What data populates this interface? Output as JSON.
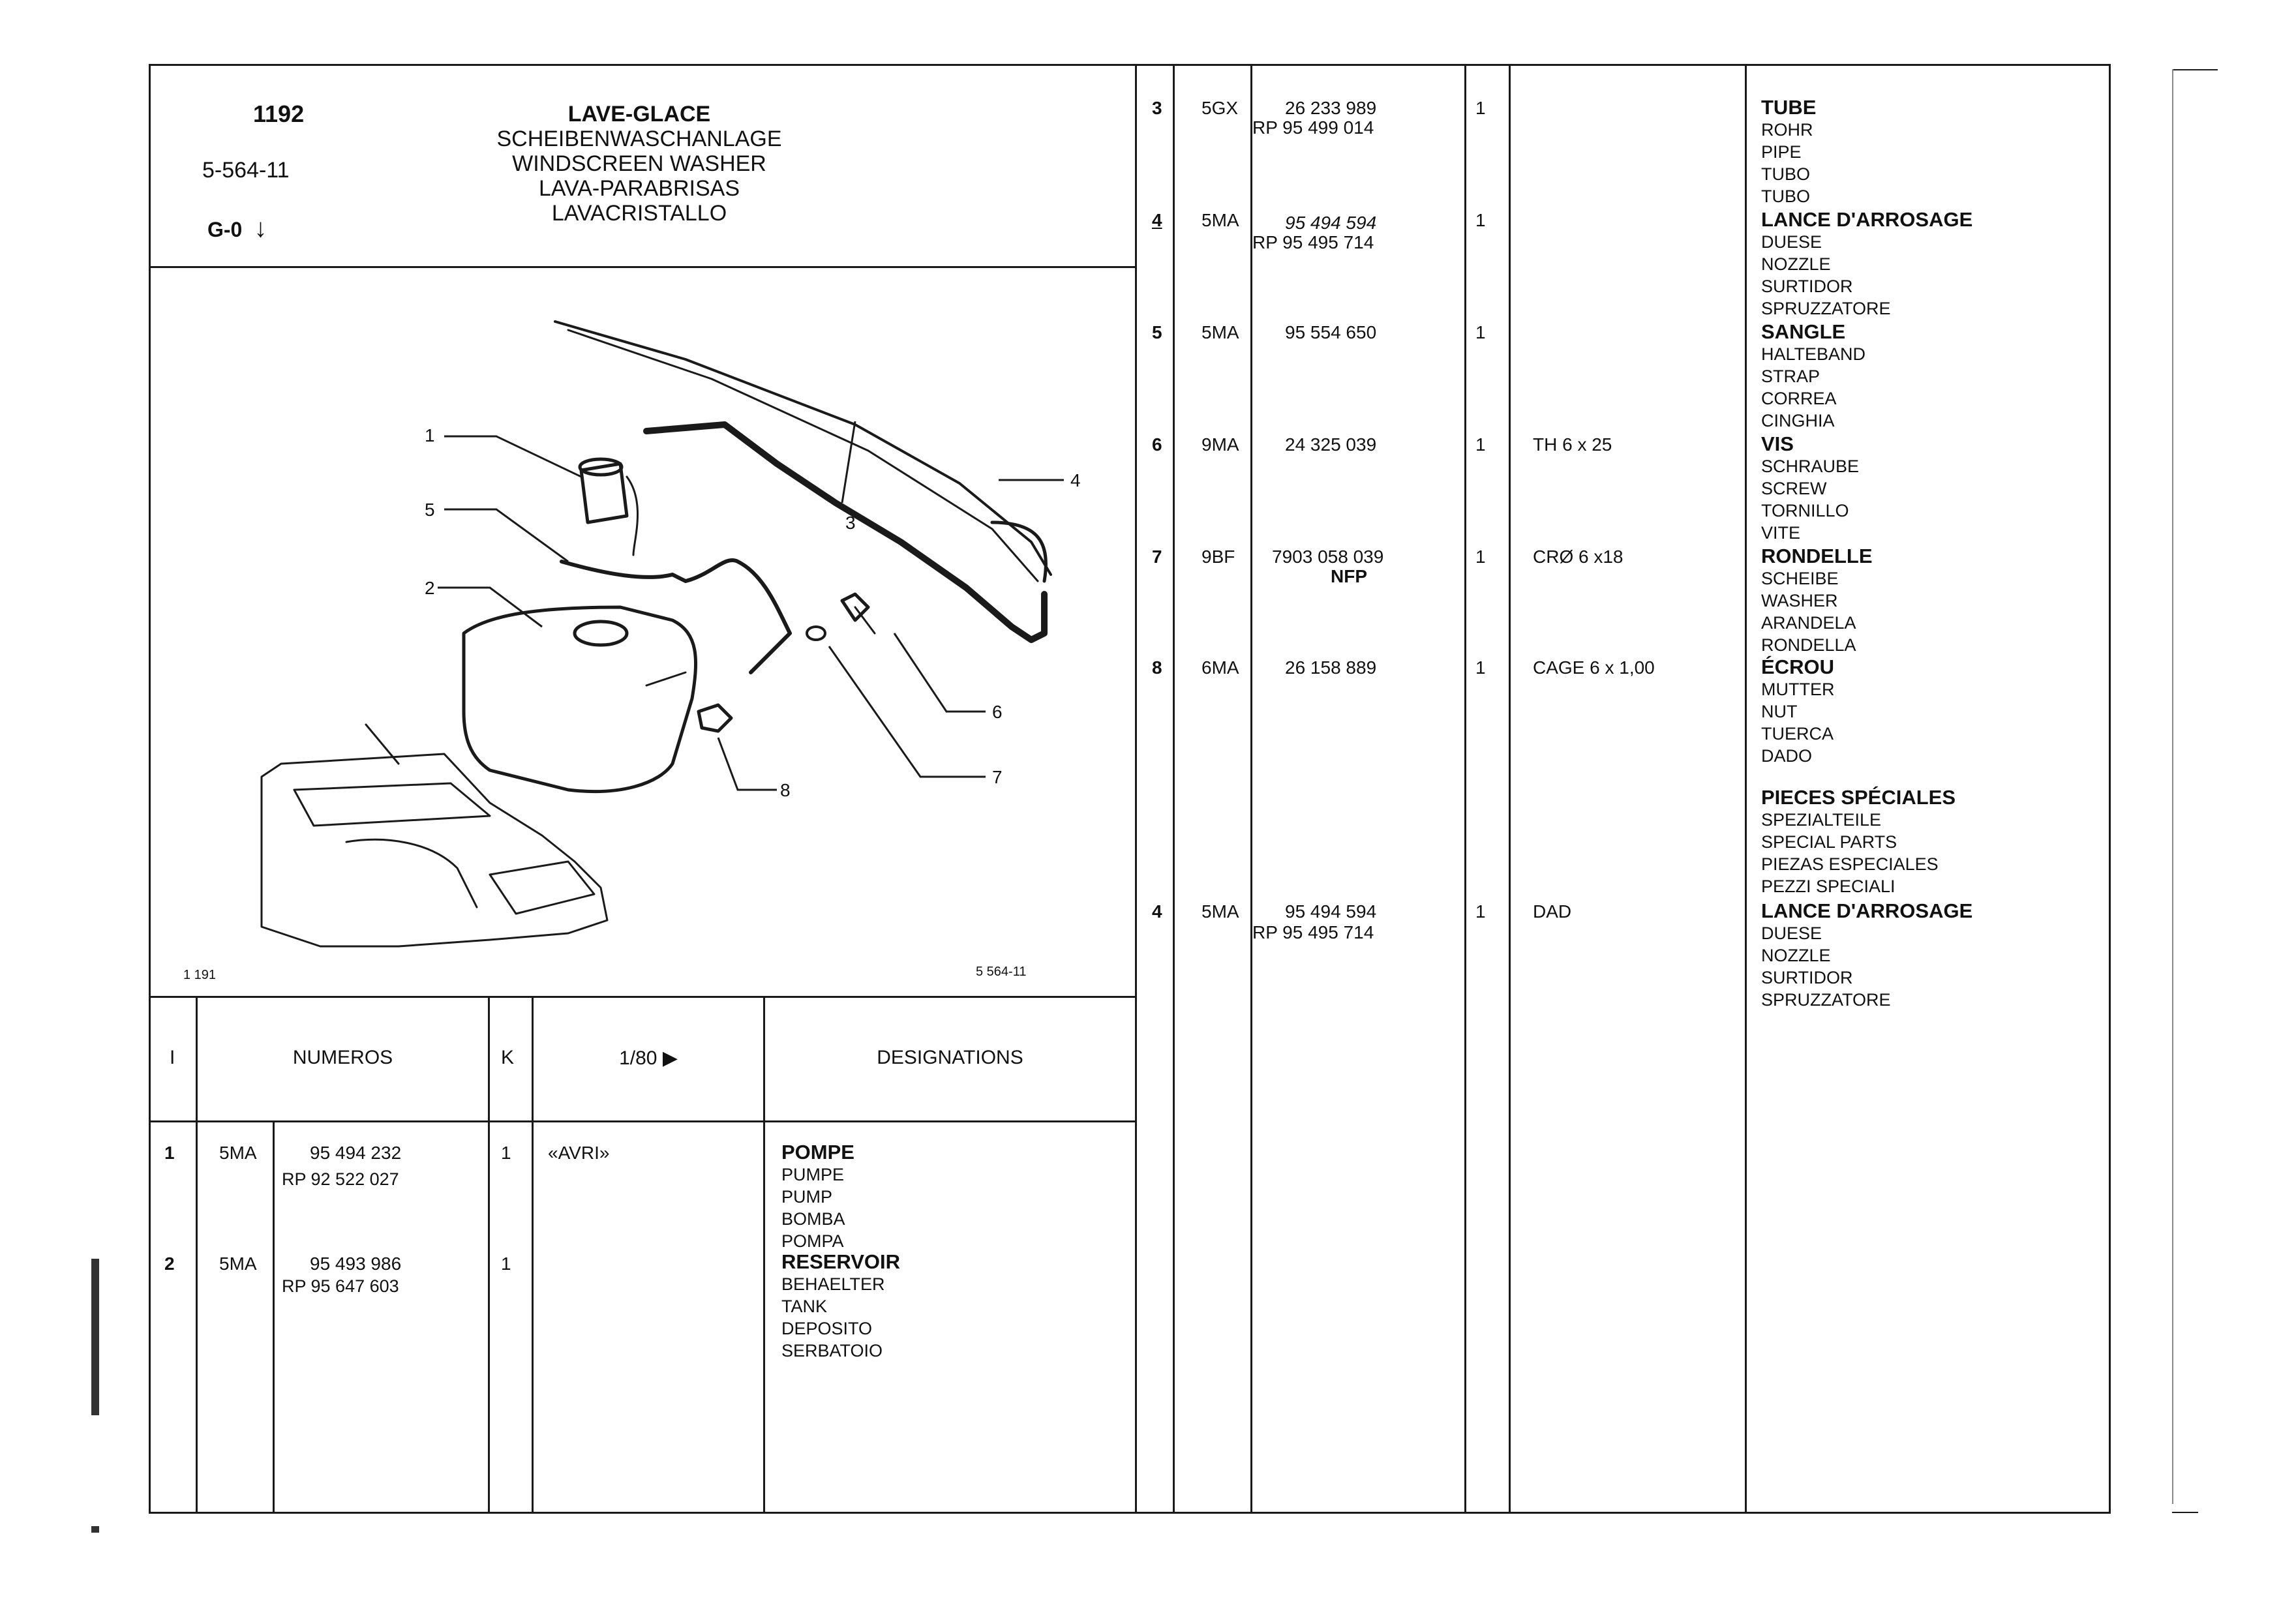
{
  "header": {
    "page_number": "1192",
    "ref_code": "5-564-11",
    "group_code": "G-0",
    "titles": [
      "LAVE-GLACE",
      "SCHEIBENWASCHANLAGE",
      "WINDSCREEN WASHER",
      "LAVA-PARABRISAS",
      "LAVACRISTALLO"
    ]
  },
  "diagram": {
    "callouts": [
      "1",
      "2",
      "3",
      "4",
      "5",
      "6",
      "7",
      "8"
    ],
    "image_code_left": "1 191",
    "image_code_right": "5 564-11"
  },
  "columns": {
    "index": "I",
    "numbers": "NUMEROS",
    "qty": "K",
    "date": "1/80 ▶",
    "designations": "DESIGNATIONS"
  },
  "left_rows": [
    {
      "idx": "1",
      "code": "5MA",
      "num": "95 494 232",
      "rp": "RP 92 522 027",
      "qty": "1",
      "note": "«AVRI»",
      "des": [
        "POMPE",
        "PUMPE",
        "PUMP",
        "BOMBA",
        "POMPA"
      ]
    },
    {
      "idx": "2",
      "code": "5MA",
      "num": "95 493 986",
      "rp": "RP 95 647 603",
      "qty": "1",
      "note": "",
      "des": [
        "RESERVOIR",
        "BEHAELTER",
        "TANK",
        "DEPOSITO",
        "SERBATOIO"
      ]
    }
  ],
  "right_rows": [
    {
      "idx": "3",
      "code": "5GX",
      "num": "26 233 989",
      "rp": "RP 95 499 014",
      "qty": "1",
      "note": "",
      "des": [
        "TUBE",
        "ROHR",
        "PIPE",
        "TUBO",
        "TUBO"
      ]
    },
    {
      "idx": "4",
      "code": "5MA",
      "num": "95 494 594",
      "rp": "RP 95 495 714",
      "qty": "1",
      "note": "",
      "des": [
        "LANCE D'ARROSAGE",
        "DUESE",
        "NOZZLE",
        "SURTIDOR",
        "SPRUZZATORE"
      ]
    },
    {
      "idx": "5",
      "code": "5MA",
      "num": "95 554 650",
      "rp": "",
      "qty": "1",
      "note": "",
      "des": [
        "SANGLE",
        "HALTEBAND",
        "STRAP",
        "CORREA",
        "CINGHIA"
      ]
    },
    {
      "idx": "6",
      "code": "9MA",
      "num": "24 325 039",
      "rp": "",
      "qty": "1",
      "note": "TH 6 x 25",
      "des": [
        "VIS",
        "SCHRAUBE",
        "SCREW",
        "TORNILLO",
        "VITE"
      ]
    },
    {
      "idx": "7",
      "code": "9BF",
      "num": "7903 058 039",
      "rp": "NFP",
      "qty": "1",
      "note": "CRØ 6 x18",
      "des": [
        "RONDELLE",
        "SCHEIBE",
        "WASHER",
        "ARANDELA",
        "RONDELLA"
      ]
    },
    {
      "idx": "8",
      "code": "6MA",
      "num": "26 158 889",
      "rp": "",
      "qty": "1",
      "note": "CAGE 6 x 1,00",
      "des": [
        "ÉCROU",
        "MUTTER",
        "NUT",
        "TUERCA",
        "DADO"
      ]
    },
    {
      "idx": "",
      "code": "",
      "num": "",
      "rp": "",
      "qty": "",
      "note": "",
      "des": [
        "PIECES SPÉCIALES",
        "SPEZIALTEILE",
        "SPECIAL PARTS",
        "PIEZAS ESPECIALES",
        "PEZZI SPECIALI"
      ]
    },
    {
      "idx": "4",
      "code": "5MA",
      "num": "95 494 594",
      "rp": "RP 95 495 714",
      "qty": "1",
      "note": "DAD",
      "des": [
        "LANCE D'ARROSAGE",
        "DUESE",
        "NOZZLE",
        "SURTIDOR",
        "SPRUZZATORE"
      ]
    }
  ]
}
